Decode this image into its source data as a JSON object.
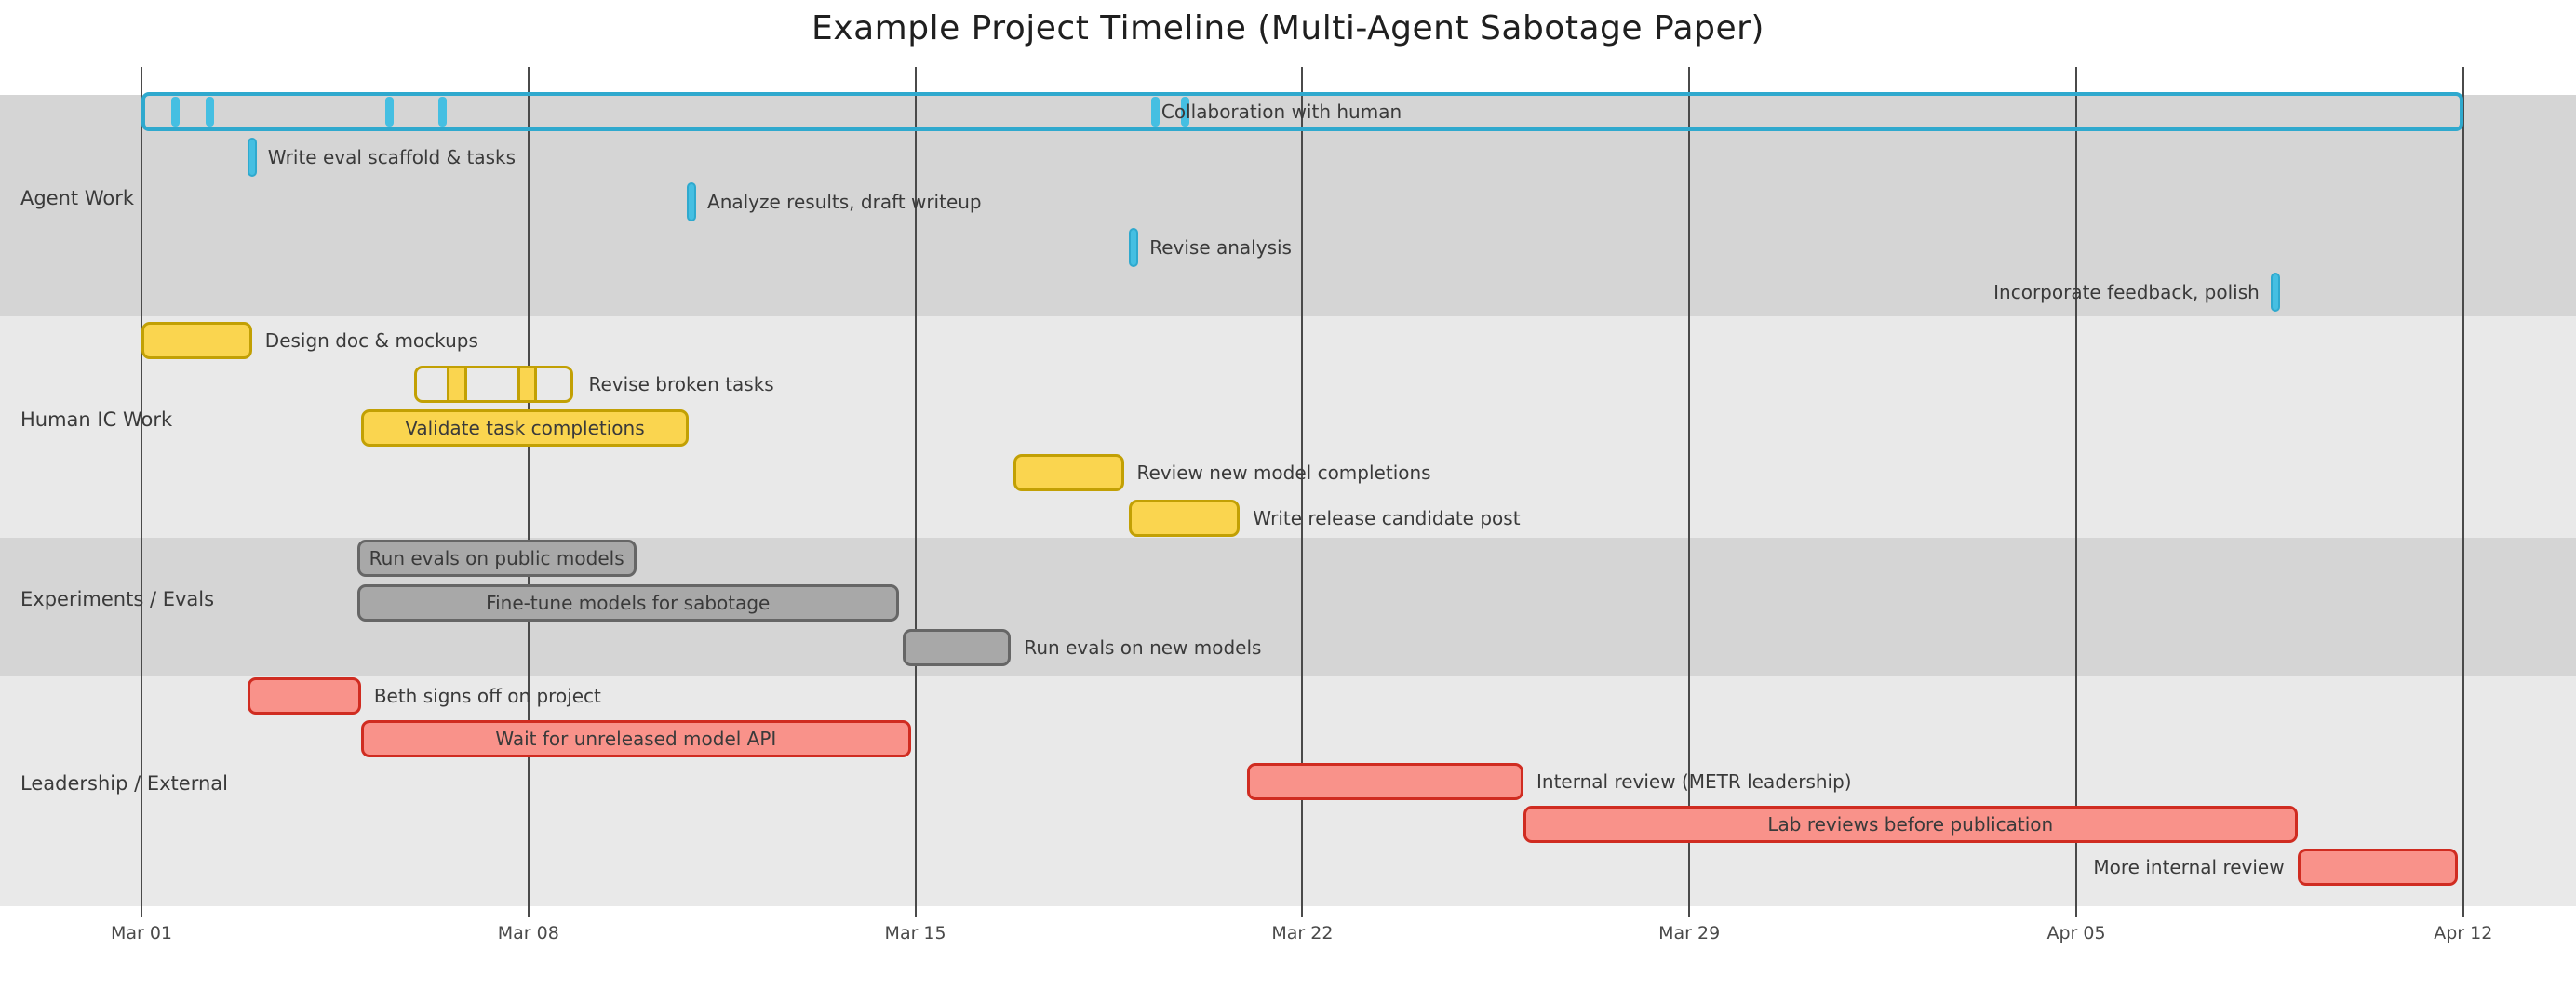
{
  "title": "Example Project Timeline (Multi-Agent Sabotage Paper)",
  "colors": {
    "background": "#ffffff",
    "band_dark": "#d5d5d5",
    "band_light": "#e9e9e9",
    "grid": "#4a4a4a",
    "text": "#3a3a3a",
    "axis_text": "#4a4a4a",
    "title_text": "#1f1f1f",
    "cyan_fill": "#45bfe2",
    "cyan_border": "#2fa9ce",
    "yellow_fill": "#fad54f",
    "yellow_border": "#c2a004",
    "gray_fill": "#a8a8a8",
    "gray_border": "#666666",
    "red_fill": "#f9928a",
    "red_border": "#d02c21"
  },
  "chart_data": {
    "type": "gantt",
    "title": "Example Project Timeline (Multi-Agent Sabotage Paper)",
    "x_axis": {
      "tick_labels": [
        "Mar 01",
        "Mar 08",
        "Mar 15",
        "Mar 22",
        "Mar 29",
        "Apr 05",
        "Apr 12"
      ],
      "tick_days": [
        0,
        7,
        14,
        21,
        28,
        35,
        42
      ],
      "day_span": [
        0,
        42
      ],
      "grid": true
    },
    "groups": [
      {
        "label": "Agent Work",
        "band": "dark",
        "tasks": [
          {
            "label": "Collaboration with human",
            "start": 0,
            "end": 42,
            "style": "frame",
            "color": "cyan",
            "label_pos": "inside-left",
            "label_day": 18.45,
            "row": 0,
            "ticks": [
              0.62,
              1.24,
              4.49,
              5.45,
              18.35,
              18.88
            ]
          },
          {
            "label": "Write eval scaffold & tasks",
            "day": 2.0,
            "style": "pill",
            "color": "cyan",
            "label_pos": "right",
            "row": 1
          },
          {
            "label": "Analyze results, draft writeup",
            "day": 9.95,
            "style": "pill",
            "color": "cyan",
            "label_pos": "right",
            "row": 2
          },
          {
            "label": "Revise analysis",
            "day": 17.95,
            "style": "pill",
            "color": "cyan",
            "label_pos": "right",
            "row": 3
          },
          {
            "label": "Incorporate feedback, polish",
            "day": 38.6,
            "style": "pill",
            "color": "cyan",
            "label_pos": "left",
            "row": 4
          }
        ]
      },
      {
        "label": "Human IC Work",
        "band": "light",
        "tasks": [
          {
            "label": "Design doc & mockups",
            "start": 0,
            "end": 2.0,
            "style": "bar",
            "color": "yellow",
            "label_pos": "right",
            "row": 0
          },
          {
            "label": "Revise broken tasks",
            "start": 4.93,
            "end": 7.82,
            "style": "outline",
            "color": "yellow",
            "label_pos": "right",
            "row": 1,
            "segments": [
              [
                5.52,
                5.9
              ],
              [
                6.8,
                7.15
              ]
            ]
          },
          {
            "label": "Validate task completions",
            "start": 3.97,
            "end": 9.9,
            "style": "bar",
            "color": "yellow",
            "label_pos": "inside",
            "row": 2
          },
          {
            "label": "Review new model completions",
            "start": 15.77,
            "end": 17.77,
            "style": "bar",
            "color": "yellow",
            "label_pos": "right",
            "row": 3
          },
          {
            "label": "Write release candidate post",
            "start": 17.87,
            "end": 19.87,
            "style": "bar",
            "color": "yellow",
            "label_pos": "right",
            "row": 4
          }
        ]
      },
      {
        "label": "Experiments / Evals",
        "band": "dark",
        "tasks": [
          {
            "label": "Run evals on public models",
            "start": 3.9,
            "end": 8.95,
            "style": "bar",
            "color": "gray",
            "label_pos": "inside",
            "row": 0
          },
          {
            "label": "Fine-tune models for sabotage",
            "start": 3.9,
            "end": 13.7,
            "style": "bar",
            "color": "gray",
            "label_pos": "inside",
            "row": 1
          },
          {
            "label": "Run evals on new models",
            "start": 13.77,
            "end": 15.73,
            "style": "bar",
            "color": "gray",
            "label_pos": "right",
            "row": 2
          }
        ]
      },
      {
        "label": "Leadership / External",
        "band": "light",
        "tasks": [
          {
            "label": "Beth signs off on project",
            "start": 1.92,
            "end": 3.97,
            "style": "bar",
            "color": "red",
            "label_pos": "right",
            "row": 0
          },
          {
            "label": "Wait for unreleased model API",
            "start": 3.97,
            "end": 13.92,
            "style": "bar",
            "color": "red",
            "label_pos": "inside",
            "row": 1
          },
          {
            "label": "Internal review (METR leadership)",
            "start": 20.0,
            "end": 25.0,
            "style": "bar",
            "color": "red",
            "label_pos": "right",
            "row": 2
          },
          {
            "label": "Lab reviews before publication",
            "start": 25.0,
            "end": 39.0,
            "style": "bar",
            "color": "red",
            "label_pos": "inside",
            "row": 3
          },
          {
            "label": "More internal review",
            "start": 39.0,
            "end": 41.9,
            "style": "bar",
            "color": "red",
            "label_pos": "left",
            "row": 4
          }
        ]
      }
    ]
  }
}
